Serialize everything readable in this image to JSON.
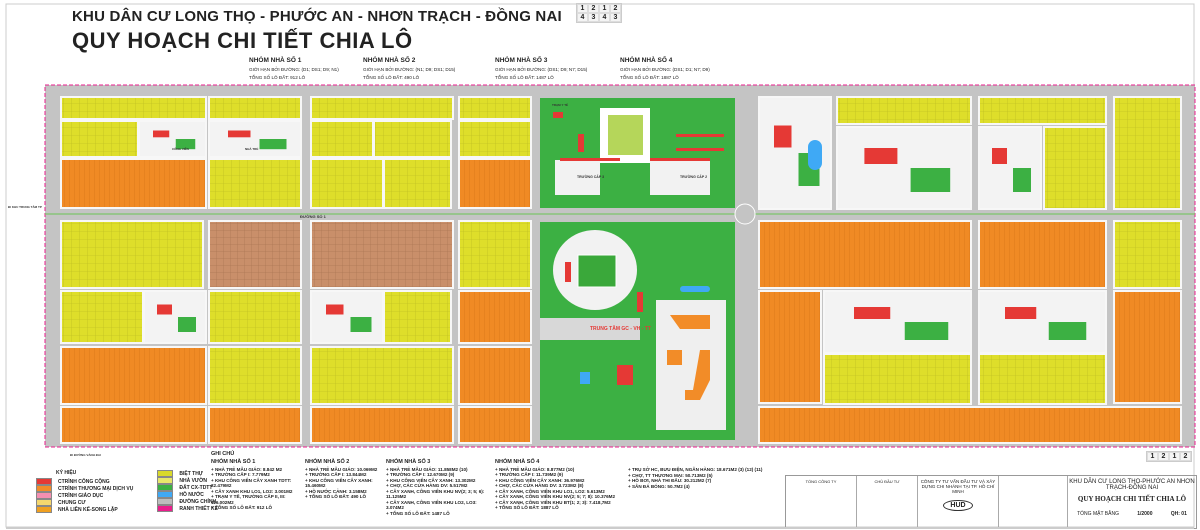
{
  "header": {
    "title": "KHU DÂN CƯ LONG THỌ - PHƯỚC AN - NHƠN TRẠCH - ĐỒNG NAI",
    "subtitle": "QUY HOẠCH CHI TIẾT CHIA LÔ",
    "sheet_index": [
      "1",
      "2",
      "1",
      "2",
      "4",
      "3",
      "4",
      "3"
    ]
  },
  "groups": [
    {
      "name": "NHÓM NHÀ SỐ 1",
      "boundary": "GIỚI HẠN BỞI ĐƯỜNG: (D1; DS1; D9; N1)",
      "total": "TỔNG SỐ LÔ ĐẤT: 912 LÔ"
    },
    {
      "name": "NHÓM NHÀ SỐ 2",
      "boundary": "GIỚI HẠN BỞI ĐƯỜNG: (N1; D9; DS1; D15)",
      "total": "TỔNG SỐ LÔ ĐẤT: 490 LÔ"
    },
    {
      "name": "NHÓM NHÀ SỐ 3",
      "boundary": "GIỚI HẠN BỞI ĐƯỜNG: (DS1; D9; N7; D15)",
      "total": "TỔNG SỐ LÔ ĐẤT: 1487 LÔ"
    },
    {
      "name": "NHÓM NHÀ SỐ 4",
      "boundary": "GIỚI HẠN BỞI ĐƯỜNG: (DS1; D1; N7; D9)",
      "total": "TỔNG SỐ LÔ ĐẤT: 1887 LÔ"
    }
  ],
  "map_labels": {
    "main_road": "ĐƯỜNG SỐ 1",
    "center": "TRUNG TÂM GC - VH - TT",
    "school_2": "TRƯỜNG CẤP 2",
    "school_3": "TRƯỜNG CẤP 3",
    "clinic": "TRẠM Y TẾ",
    "kindergarten": "NHÀ TRẺ",
    "park": "CÔNG VIÊN",
    "to_city": "ĐI KHU TRUNG TÂM TP",
    "to_ring_road": "ĐI ĐƯỜNG VÀNH ĐAI"
  },
  "legend": {
    "title": "KÝ HIỆU",
    "items_left": [
      {
        "label": "CTRÌNH CÔNG CỘNG",
        "color": "#e53935"
      },
      {
        "label": "CTRÌNH THƯƠNG MẠI DỊCH VỤ",
        "color": "#f28c28"
      },
      {
        "label": "CTRÌNH GIÁO DỤC",
        "color": "#f48fb1"
      },
      {
        "label": "CHUNG CƯ",
        "color": "#f5d76e"
      },
      {
        "label": "NHÀ LIÊN KẾ-SONG LẬP",
        "color": "#f0a020"
      }
    ],
    "items_right": [
      {
        "label": "BIỆT THỰ",
        "color": "#d9d92a"
      },
      {
        "label": "NHÀ VƯỜN",
        "color": "#e8e86a"
      },
      {
        "label": "ĐẤT CX-TDTT",
        "color": "#3cb043"
      },
      {
        "label": "HỒ NƯỚC",
        "color": "#3fa9f5"
      },
      {
        "label": "ĐƯỜNG CHÍNH",
        "color": "#bdbdbd"
      },
      {
        "label": "RANH THIẾT KẾ",
        "color": "#e91e8c"
      }
    ]
  },
  "notes": {
    "title": "GHI CHÚ",
    "columns": [
      {
        "heading": "NHÓM NHÀ SỐ 1",
        "lines": [
          "+ NHÀ TRẺ MẪU GIÁO: 8.842 M2",
          "+ TRƯỜNG CẤP I: 7.779M2",
          "+ KHU CÔNG VIÊN CÂY XANH TDTT: 22.479M2",
          "+ CÂY XANH KHU LO1, LO2: 3.001M2",
          "+ TRẠM Y TẾ, TRƯỜNG CẤP II, III: 116.002M2",
          "+ TỔNG SỐ LÔ ĐẤT: 912 LÔ"
        ]
      },
      {
        "heading": "NHÓM NHÀ SỐ 2",
        "lines": [
          "+ NHÀ TRẺ MẪU GIÁO: 10.069M2",
          "+ TRƯỜNG CẤP I: 13.844M2",
          "+ KHU CÔNG VIÊN CÂY XANH: 15.460M2",
          "+ HỒ NƯỚC CẢNH: 3.158M2",
          "+ TỔNG SỐ LÔ ĐẤT: 490 LÔ"
        ]
      },
      {
        "heading": "NHÓM NHÀ SỐ 3",
        "lines": [
          "+ NHÀ TRẺ MẪU GIÁO: 11.858M2 (10)",
          "+ TRƯỜNG CẤP I: 12.670M2 (9)",
          "+ KHU CÔNG VIÊN CÂY XANH: 13.302M2",
          "+ CHỢ, CÁC CỬA HÀNG DV: 5.517M2",
          "+ CÂY XANH, CÔNG VIÊN KHU NV(2; 3; 5; 6): 11.125M2",
          "+ CÂY XANH, CÔNG VIÊN KHU LO2, LO3: 3.074M2",
          "+ TỔNG SỐ LÔ ĐẤT: 1487 LÔ"
        ]
      },
      {
        "heading": "NHÓM NHÀ SỐ 4",
        "lines": [
          "+ NHÀ TRẺ MẪU GIÁO: 8.877M2 (10)",
          "+ TRƯỜNG CẤP I: 11.739M2 (9)",
          "+ KHU CÔNG VIÊN CÂY XANH: 36.976M2",
          "+ CHỢ, CÁC CỬA HÀNG DV: 3.723M2 (8)",
          "+ CÂY XANH, CÔNG VIÊN KHU LO1, LO2: 5.613M2",
          "+ CÂY XANH, CÔNG VIÊN KHU NV(2; 5; 7; 8): 10.376M2",
          "+ CÂY XANH, CÔNG VIÊN KHU BT(1; 2; 3): 7.418,7M2",
          "+ TỔNG SỐ LÔ ĐẤT: 1887 LÔ"
        ]
      },
      {
        "heading": "",
        "lines": [
          "+ TRỤ SỞ HC, BƯU ĐIỆN, NGÂN HÀNG: 18.671M2 (3) (12) (11)",
          "+ CHỢ, TT THƯƠNG MẠI: 50.713M2 (5)",
          "+ HỒ BƠI, NHÀ THI ĐẤU: 30.212M2 (7)",
          "+ SÂN ĐÁ BÓNG: 50.7M2 (4)"
        ]
      }
    ]
  },
  "title_block": {
    "owner": "TỔNG CÔNG TY",
    "investor": "CHỦ ĐẦU TƯ",
    "consultant": "CÔNG TY TƯ VẤN ĐẦU TƯ VÀ XÂY DỰNG CHI NHÁNH TẠI TP. HỒ CHÍ MINH",
    "logo": "HUD",
    "project": "KHU DÂN CƯ LONG THỌ-PHƯỚC AN NHƠN TRẠCH-ĐỒNG NAI",
    "drawing_title": "QUY HOẠCH CHI TIẾT CHIA LÔ",
    "sheet_name": "TỔNG MẶT BẰNG",
    "scale": "1/2000",
    "code": "QH: 01"
  }
}
